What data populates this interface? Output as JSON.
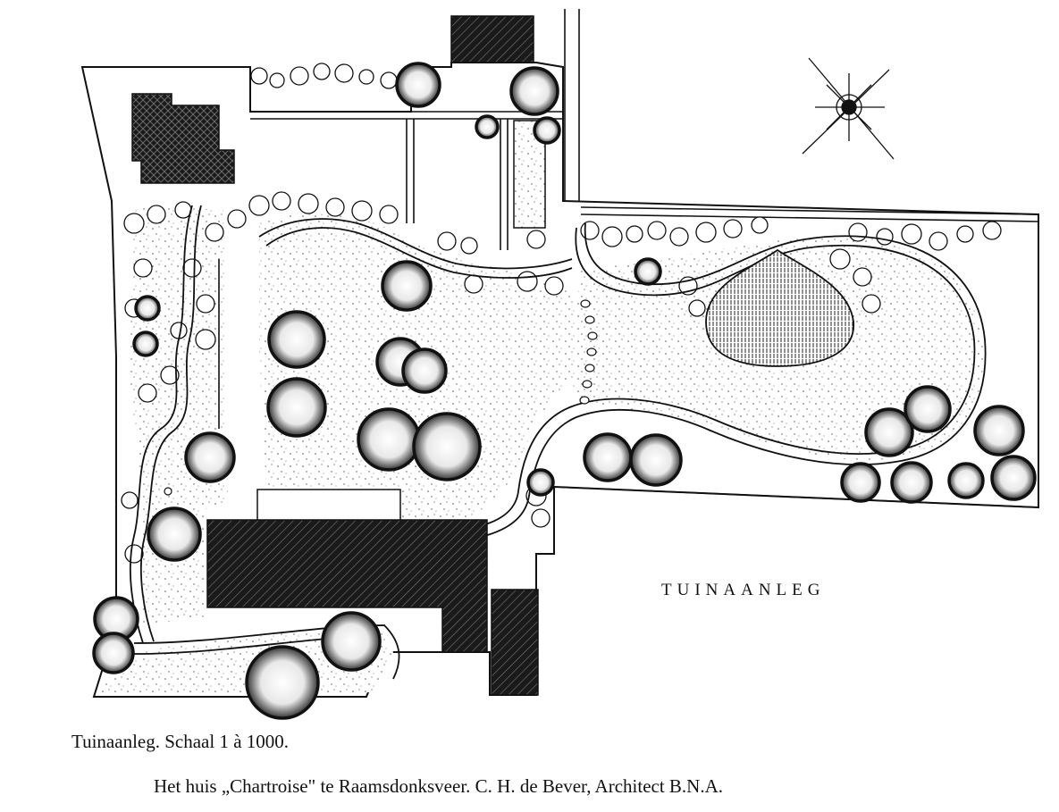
{
  "plan": {
    "title": "TUINAANLEG",
    "caption_scale": "Tuinaanleg. Schaal 1 à 1000.",
    "caption_credit": "Het huis „Chartroise\" te Raamsdonksveer. C. H. de Bever, Architect B.N.A."
  },
  "colors": {
    "ink": "#111111",
    "paper": "#ffffff",
    "lawn_stipple": "#555555"
  },
  "icons": [
    "compass-rose-icon"
  ]
}
